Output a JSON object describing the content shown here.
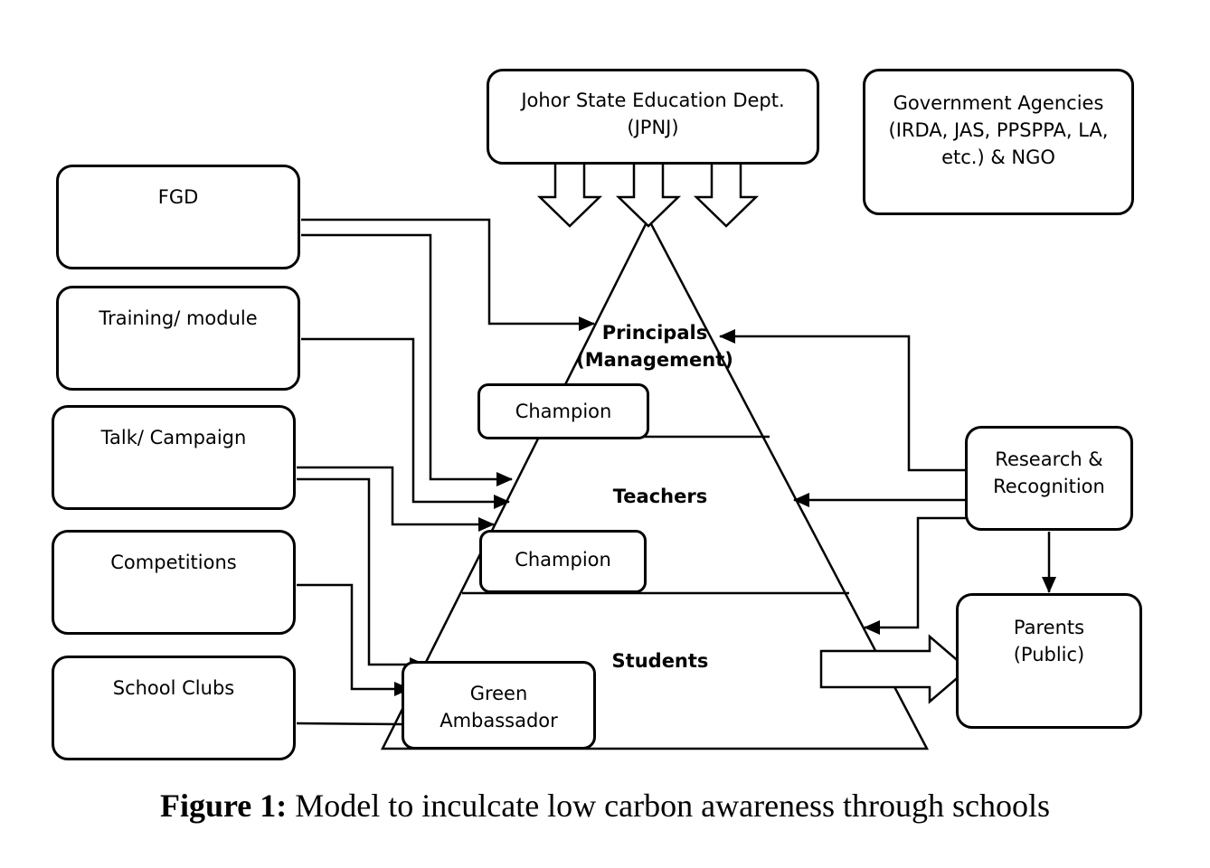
{
  "top_box": {
    "line1": "Johor State Education Dept.",
    "line2": "(JPNJ)"
  },
  "gov_box": {
    "line1": "Government Agencies",
    "line2": "(IRDA, JAS, PPSPPA, LA,",
    "line3": "etc.) & NGO"
  },
  "left_boxes": {
    "fgd": "FGD",
    "training": "Training/ module",
    "talk": "Talk/ Campaign",
    "competitions": "Competitions",
    "clubs": "School Clubs"
  },
  "pyramid": {
    "principals_line1": "Principals",
    "principals_line2": "(Management)",
    "teachers": "Teachers",
    "students": "Students"
  },
  "champion1": "Champion",
  "champion2": "Champion",
  "green": {
    "line1": "Green",
    "line2": "Ambassador"
  },
  "research": {
    "line1": "Research &",
    "line2": "Recognition"
  },
  "parents": {
    "line1": "Parents",
    "line2": "(Public)"
  },
  "caption": {
    "label": "Figure 1:",
    "text": " Model to inculcate low carbon awareness through schools"
  }
}
